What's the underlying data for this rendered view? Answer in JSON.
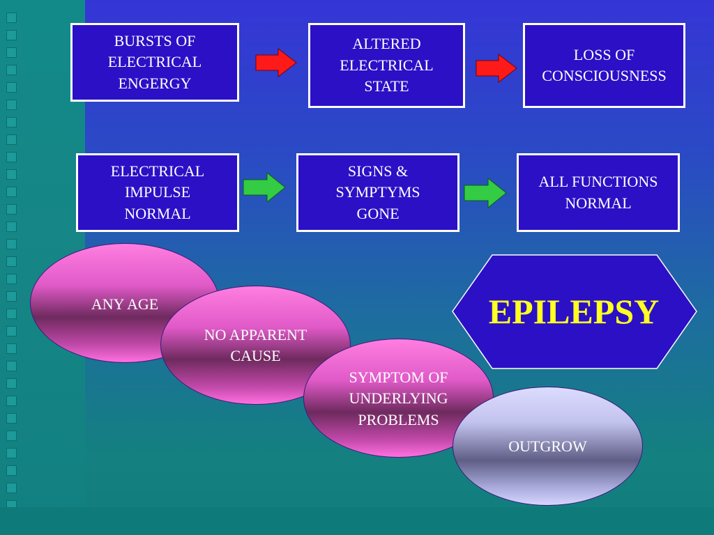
{
  "colors": {
    "background_top": "#3535d6",
    "background_bottom": "#117d7d",
    "box_fill": "#2b10c6",
    "box_border": "#ffffff",
    "red_arrow": "#ff1a1a",
    "green_arrow": "#33cc44",
    "ellipse_pink": "#ff7ee0",
    "ellipse_lavender": "#dcdcff",
    "hexagon_fill": "#2b10c6",
    "epilepsy_text": "#ffff22"
  },
  "flow_seizure": {
    "steps": [
      "BURSTS  OF\nELECTRICAL\nENGERGY",
      "ALTERED\nELECTRICAL\nSTATE",
      "LOSS OF\nCONSCIOUSNESS"
    ],
    "arrow_icon": "right-arrow-red-icon"
  },
  "flow_recovery": {
    "steps": [
      "ELECTRICAL\nIMPULSE\nNORMAL",
      "SIGNS &\nSYMPTYMS\nGONE",
      "ALL  FUNCTIONS\nNORMAL"
    ],
    "arrow_icon": "right-arrow-green-icon"
  },
  "characteristics": [
    "ANY  AGE",
    "NO APPARENT\nCAUSE",
    "SYMPTOM OF\nUNDERLYING\nPROBLEMS",
    "OUTGROW"
  ],
  "title": "EPILEPSY"
}
